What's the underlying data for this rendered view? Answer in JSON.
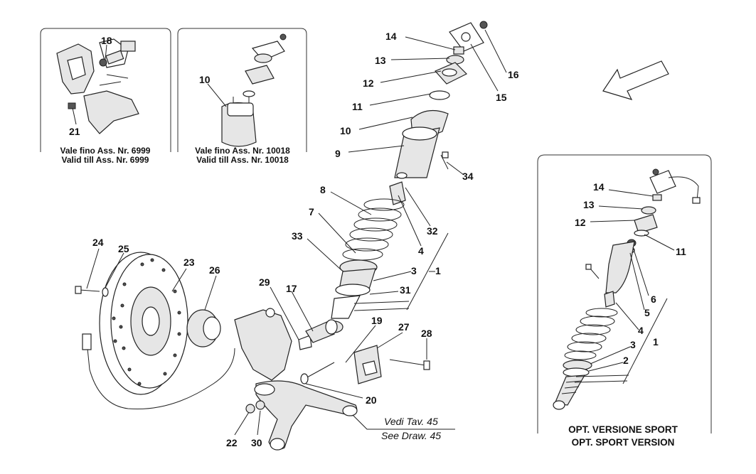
{
  "insets": {
    "inset1": {
      "line1": "Vale fino Ass. Nr. 6999",
      "line2": "Valid till Ass. Nr. 6999",
      "parts": [
        "18",
        "21"
      ]
    },
    "inset2": {
      "line1": "Vale fino Ass. Nr. 10018",
      "line2": "Valid till Ass. Nr. 10018",
      "parts": [
        "10"
      ]
    },
    "sport": {
      "line1": "OPT. VERSIONE SPORT",
      "line2": "OPT. SPORT VERSION",
      "parts": [
        "14",
        "13",
        "12",
        "11",
        "6",
        "5",
        "4",
        "3",
        "2",
        "1"
      ]
    }
  },
  "main_parts": [
    "14",
    "13",
    "12",
    "11",
    "10",
    "9",
    "8",
    "7",
    "33",
    "16",
    "15",
    "34",
    "32",
    "4",
    "3",
    "1",
    "31",
    "24",
    "25",
    "23",
    "26",
    "29",
    "17",
    "19",
    "27",
    "28",
    "20",
    "22",
    "30"
  ],
  "reference": {
    "line1": "Vedi Tav. 45",
    "line2": "See Draw. 45"
  },
  "icons": {
    "direction": "arrow-icon"
  }
}
